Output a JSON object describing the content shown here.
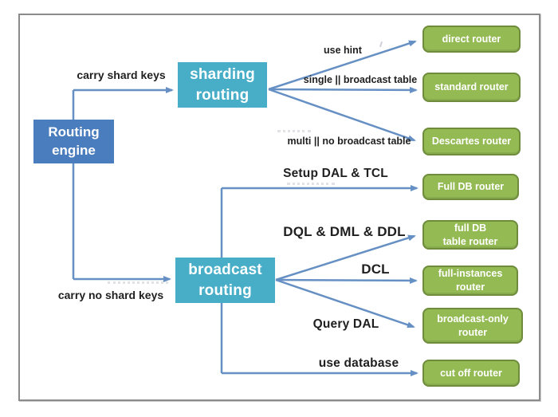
{
  "diagram": {
    "nodes": {
      "engine": {
        "label": "Routing engine"
      },
      "sharding": {
        "label": "sharding routing"
      },
      "broadcast": {
        "label": "broadcast routing"
      },
      "routers": [
        {
          "id": "direct-router",
          "line1": "direct router"
        },
        {
          "id": "standard-router",
          "line1": "standard router"
        },
        {
          "id": "descartes-router",
          "line1": "Descartes router"
        },
        {
          "id": "full-db-router",
          "line1": "Full DB router"
        },
        {
          "id": "full-db-table-router",
          "line1": "full DB",
          "line2": "table router"
        },
        {
          "id": "full-instances-router",
          "line1": "full-instances",
          "line2": "router"
        },
        {
          "id": "broadcast-only-router",
          "line1": "broadcast-only",
          "line2": "router"
        },
        {
          "id": "cut-off-router",
          "line1": "cut off router"
        }
      ]
    },
    "edge_labels": {
      "carry_shard_keys": "carry shard keys",
      "carry_no_shard_keys": "carry no shard keys",
      "use_hint": "use hint",
      "single_broadcast": "single || broadcast table",
      "multi_no_broadcast": "multi || no broadcast table",
      "setup_dal_tcl": "Setup DAL & TCL",
      "dql_dml_ddl": "DQL & DML & DDL",
      "dcl": "DCL",
      "query_dal": "Query DAL",
      "use_database": "use database"
    }
  },
  "colors": {
    "engine_blue": "#4a7dbd",
    "routing_teal": "#48aec8",
    "router_green": "#94ba54",
    "router_green_border": "#6e8c3c",
    "arrow_blue": "#6690c4",
    "label_text": "#1f1f1f",
    "node_text": "#ffffff",
    "frame_border": "#8b8b8b",
    "background": "#ffffff"
  }
}
